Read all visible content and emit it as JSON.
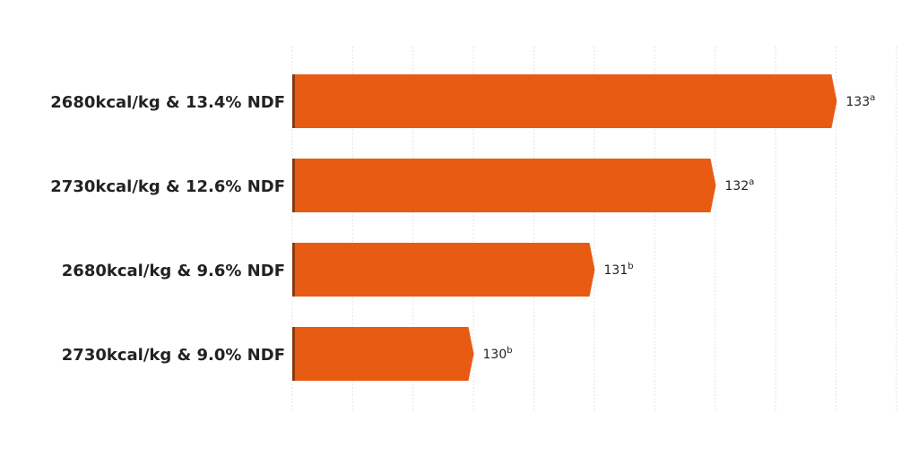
{
  "chart_data": {
    "type": "bar",
    "orientation": "horizontal",
    "categories": [
      "2680kcal/kg & 13.4% NDF",
      "2730kcal/kg & 12.6% NDF",
      "2680kcal/kg & 9.6% NDF",
      "2730kcal/kg & 9.0% NDF"
    ],
    "values": [
      133,
      132,
      131,
      130
    ],
    "value_labels": [
      "133",
      "132",
      "131",
      "130"
    ],
    "superscripts": [
      "a",
      "a",
      "b",
      "b"
    ],
    "xlim": [
      128.5,
      133.5
    ],
    "grid": true,
    "colors": {
      "bar": "#E85B12",
      "bar_edge": "#8A3A10",
      "grid": "#e3e3e3",
      "text": "#222222"
    }
  }
}
